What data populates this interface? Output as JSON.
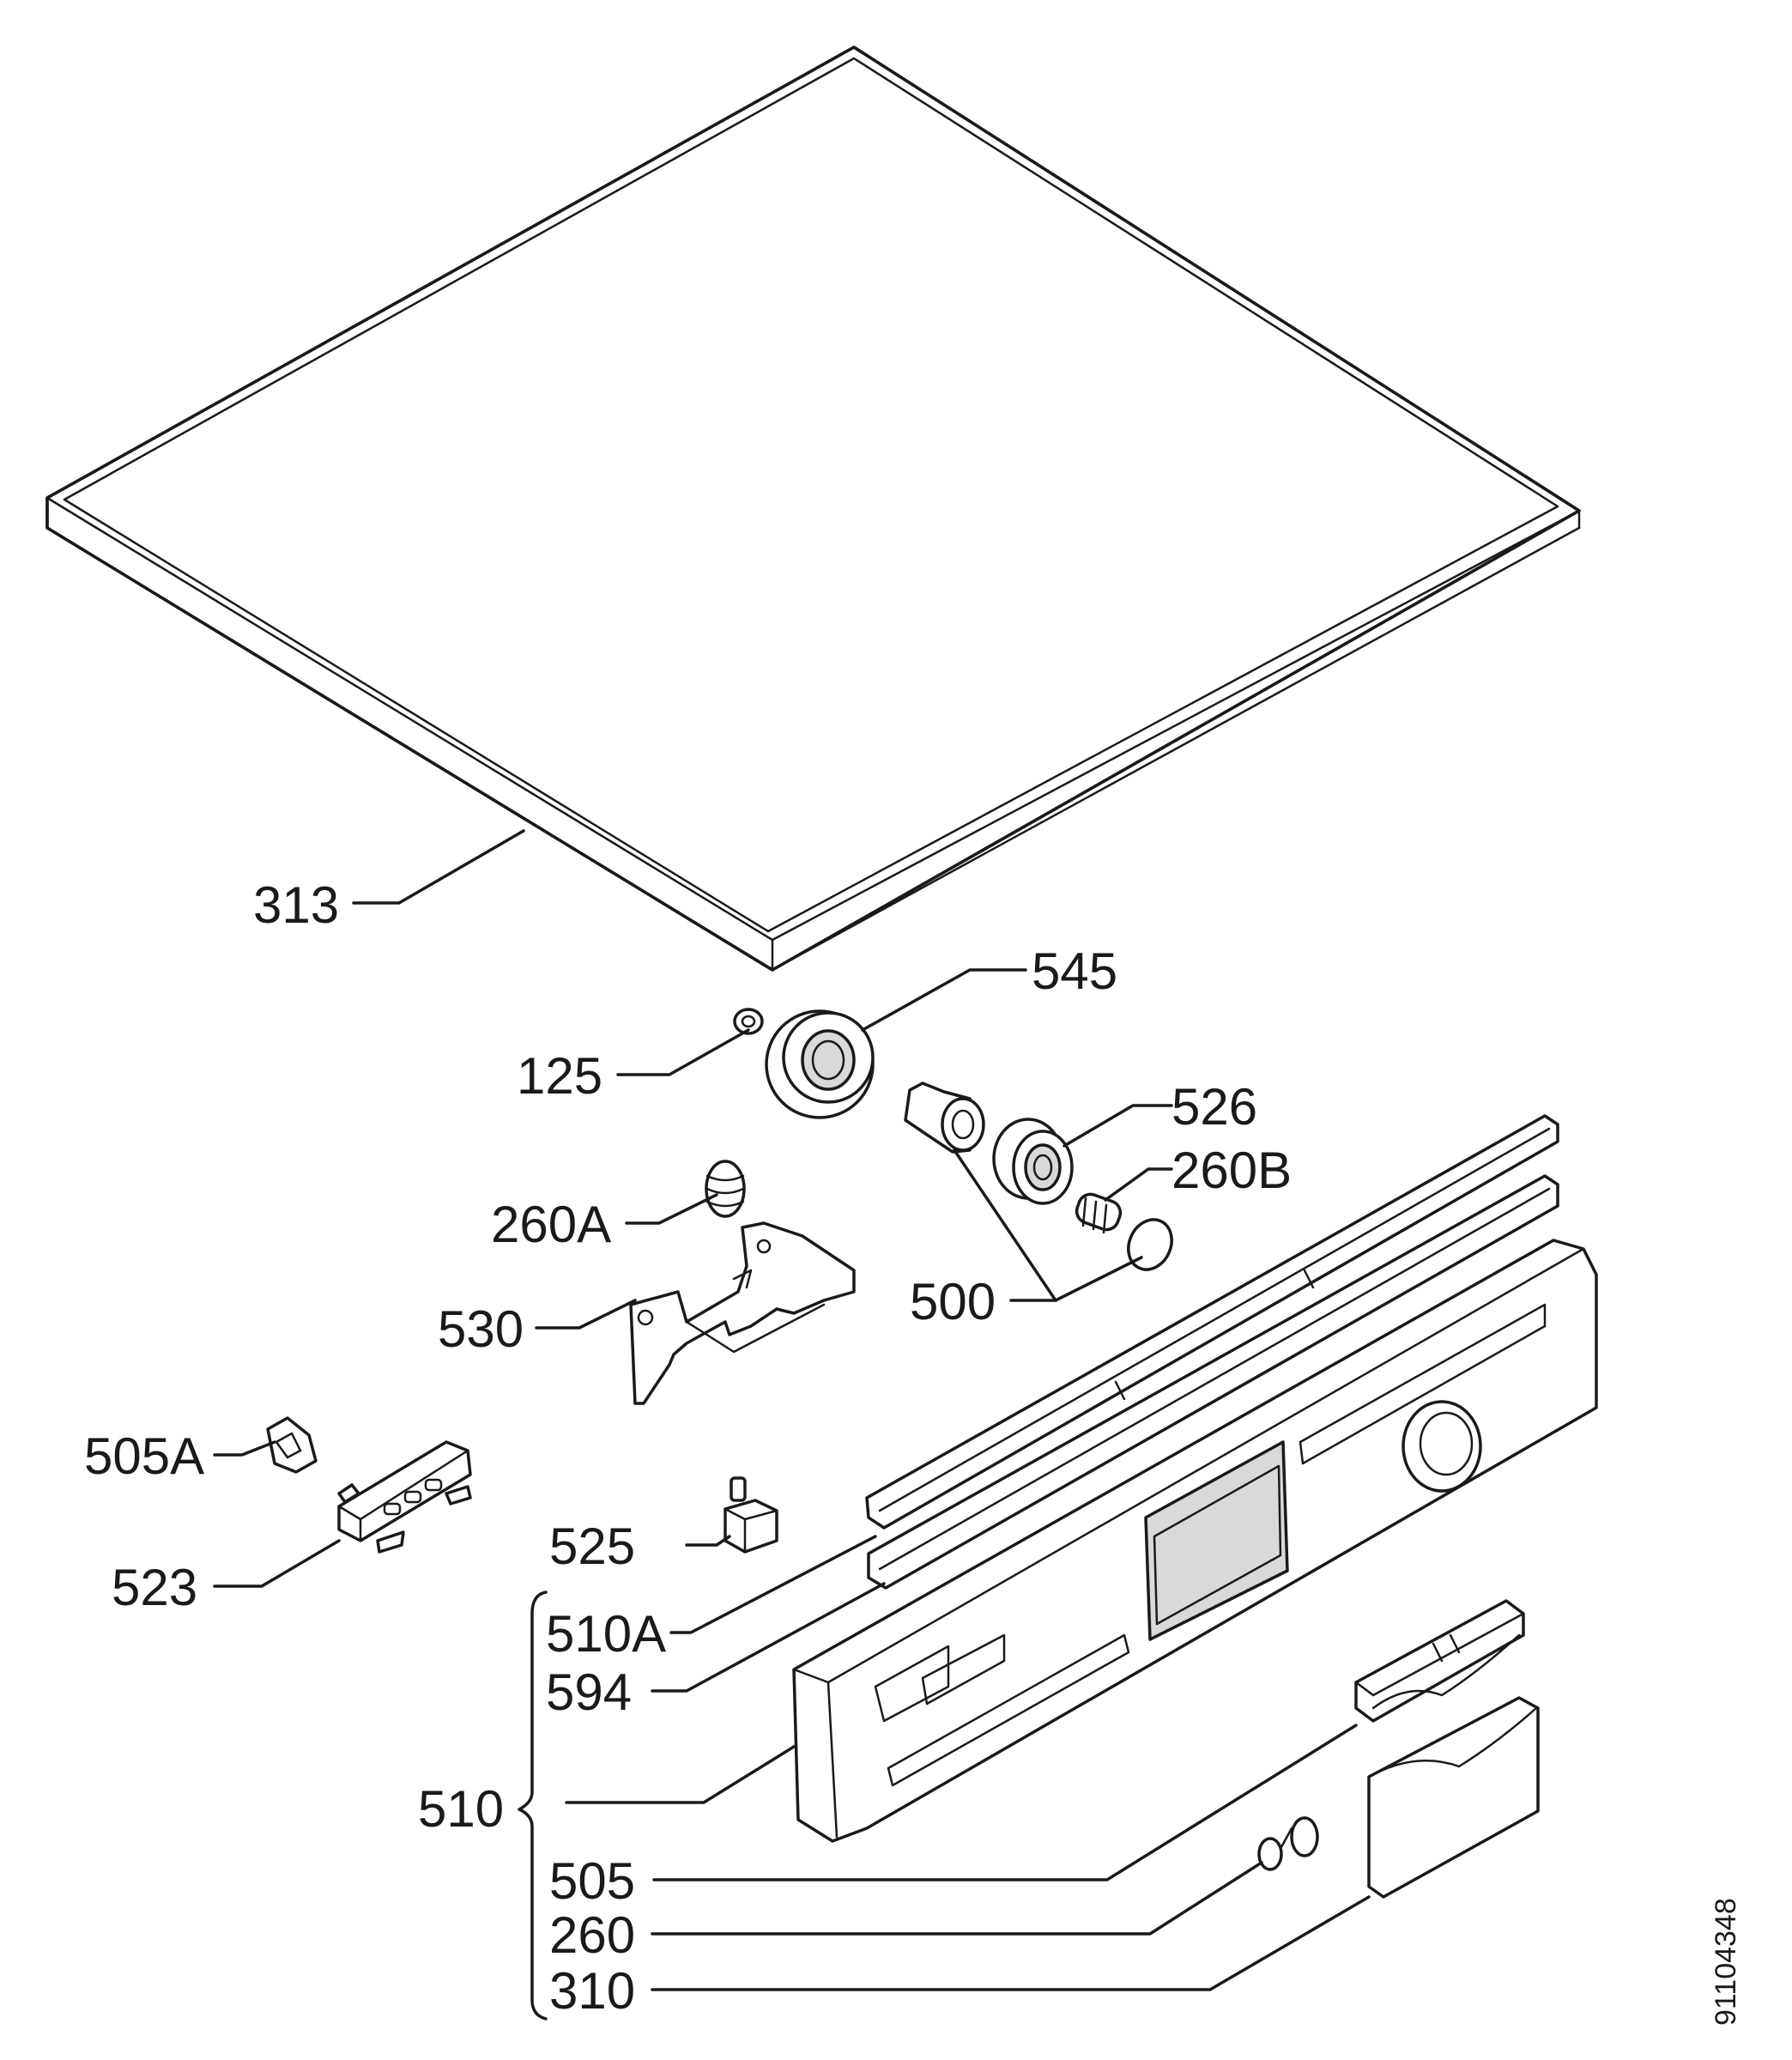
{
  "callouts": {
    "p313": "313",
    "p545": "545",
    "p125": "125",
    "p526": "526",
    "p260b": "260B",
    "p260a": "260A",
    "p500": "500",
    "p530": "530",
    "p505a": "505A",
    "p525": "525",
    "p523": "523",
    "p510a": "510A",
    "p594": "594",
    "p510": "510",
    "p505": "505",
    "p260": "260",
    "p310": "310"
  },
  "drawing_number": "91104348",
  "colors": {
    "line": "#1a1a1a",
    "shade": "#d9d9d9",
    "background": "#ffffff"
  }
}
